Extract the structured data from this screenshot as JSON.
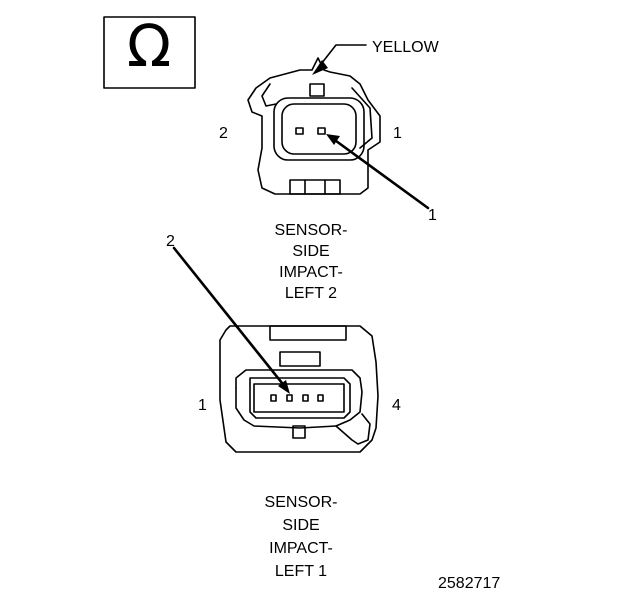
{
  "ohm_symbol": "Ω",
  "connector_top": {
    "color_label": "YELLOW",
    "pin_left": "2",
    "pin_right": "1",
    "callout": "1",
    "title_lines": [
      "SENSOR-",
      "SIDE",
      "IMPACT-",
      "LEFT 2"
    ]
  },
  "connector_bottom": {
    "callout": "2",
    "pin_left": "1",
    "pin_right": "4",
    "title_lines": [
      "SENSOR-",
      "SIDE",
      "IMPACT-",
      "LEFT 1"
    ]
  },
  "figure_id": "2582717"
}
